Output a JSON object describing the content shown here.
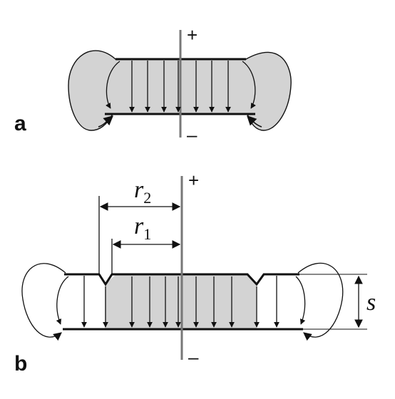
{
  "labels": {
    "panel_a": "a",
    "panel_b": "b",
    "plus_a": "+",
    "minus_a": "–",
    "plus_b": "+",
    "minus_b": "–",
    "r2_main": "r",
    "r2_sub": "2",
    "r1_main": "r",
    "r1_sub": "1",
    "s": "s"
  },
  "colors": {
    "stroke": "#111111",
    "fill_gray": "#d3d3d3",
    "axis": "#777777"
  }
}
